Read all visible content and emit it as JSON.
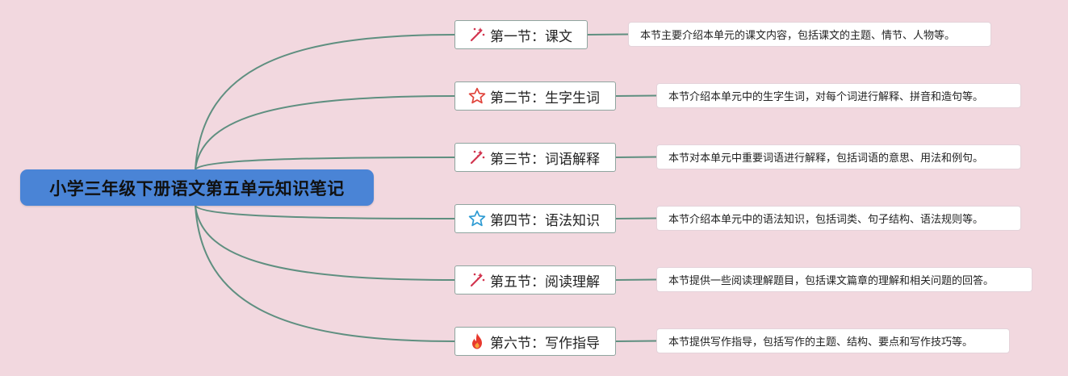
{
  "colors": {
    "background": "#f2d8df",
    "root_fill": "#4a84d6",
    "connector": "#5f8f80",
    "topic_border": "#8fa59f",
    "note_border": "#e4d3da"
  },
  "root": {
    "title": "小学三年级下册语文第五单元知识笔记"
  },
  "sections": [
    {
      "icon": "sparkle-icon",
      "title": "第一节：课文",
      "note": "本节主要介绍本单元的课文内容，包括课文的主题、情节、人物等。"
    },
    {
      "icon": "star-outline-red-icon",
      "title": "第二节：生字生词",
      "note": "本节介绍本单元中的生字生词，对每个词进行解释、拼音和造句等。"
    },
    {
      "icon": "sparkle-icon",
      "title": "第三节：词语解释",
      "note": "本节对本单元中重要词语进行解释，包括词语的意思、用法和例句。"
    },
    {
      "icon": "star-outline-blue-icon",
      "title": "第四节：语法知识",
      "note": "本节介绍本单元中的语法知识，包括词类、句子结构、语法规则等。"
    },
    {
      "icon": "sparkle-icon",
      "title": "第五节：阅读理解",
      "note": "本节提供一些阅读理解题目，包括课文篇章的理解和相关问题的回答。"
    },
    {
      "icon": "flame-icon",
      "title": "第六节：写作指导",
      "note": "本节提供写作指导，包括写作的主题、结构、要点和写作技巧等。"
    }
  ]
}
